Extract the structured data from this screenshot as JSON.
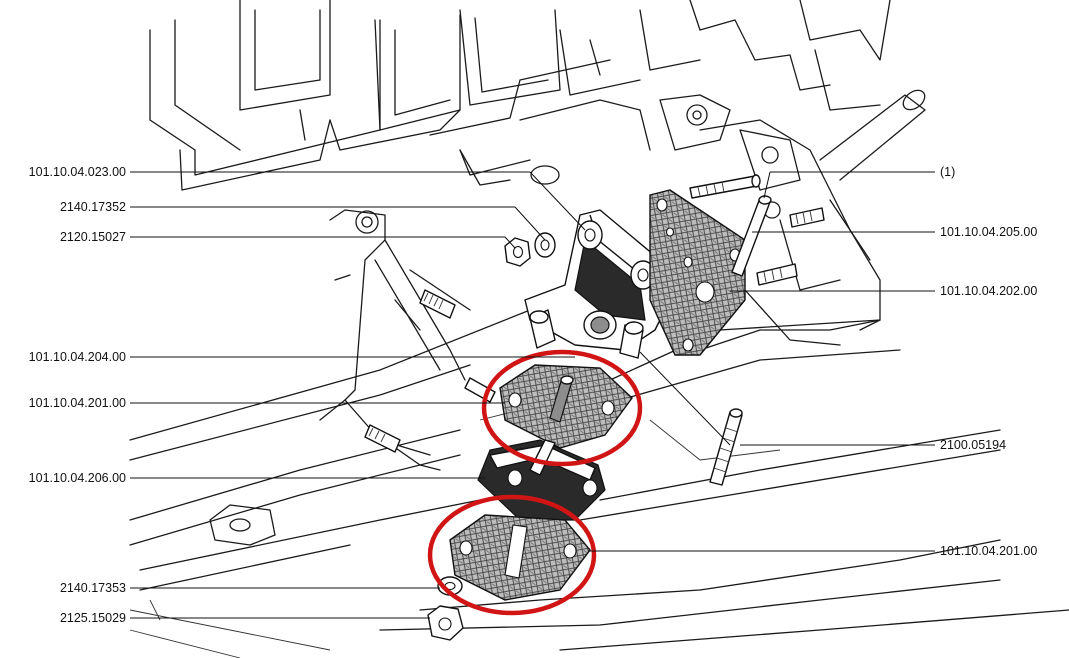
{
  "callouts_left": [
    {
      "id": "left-1",
      "label": "101.10.04.023.00"
    },
    {
      "id": "left-2",
      "label": "2140.17352"
    },
    {
      "id": "left-3",
      "label": "2120.15027"
    },
    {
      "id": "left-4",
      "label": "101.10.04.204.00"
    },
    {
      "id": "left-5",
      "label": "101.10.04.201.00"
    },
    {
      "id": "left-6",
      "label": "101.10.04.206.00"
    },
    {
      "id": "left-7",
      "label": "2140.17353"
    },
    {
      "id": "left-8",
      "label": "2125.15029"
    }
  ],
  "callouts_right": [
    {
      "id": "right-1",
      "label": "(1)"
    },
    {
      "id": "right-2",
      "label": "101.10.04.205.00"
    },
    {
      "id": "right-3",
      "label": "101.10.04.202.00"
    },
    {
      "id": "right-4",
      "label": "2100.05194"
    },
    {
      "id": "right-5",
      "label": "101.10.04.201.00"
    }
  ],
  "highlight_color": "#d11414",
  "line_color": "#111111",
  "background_color": "#ffffff"
}
